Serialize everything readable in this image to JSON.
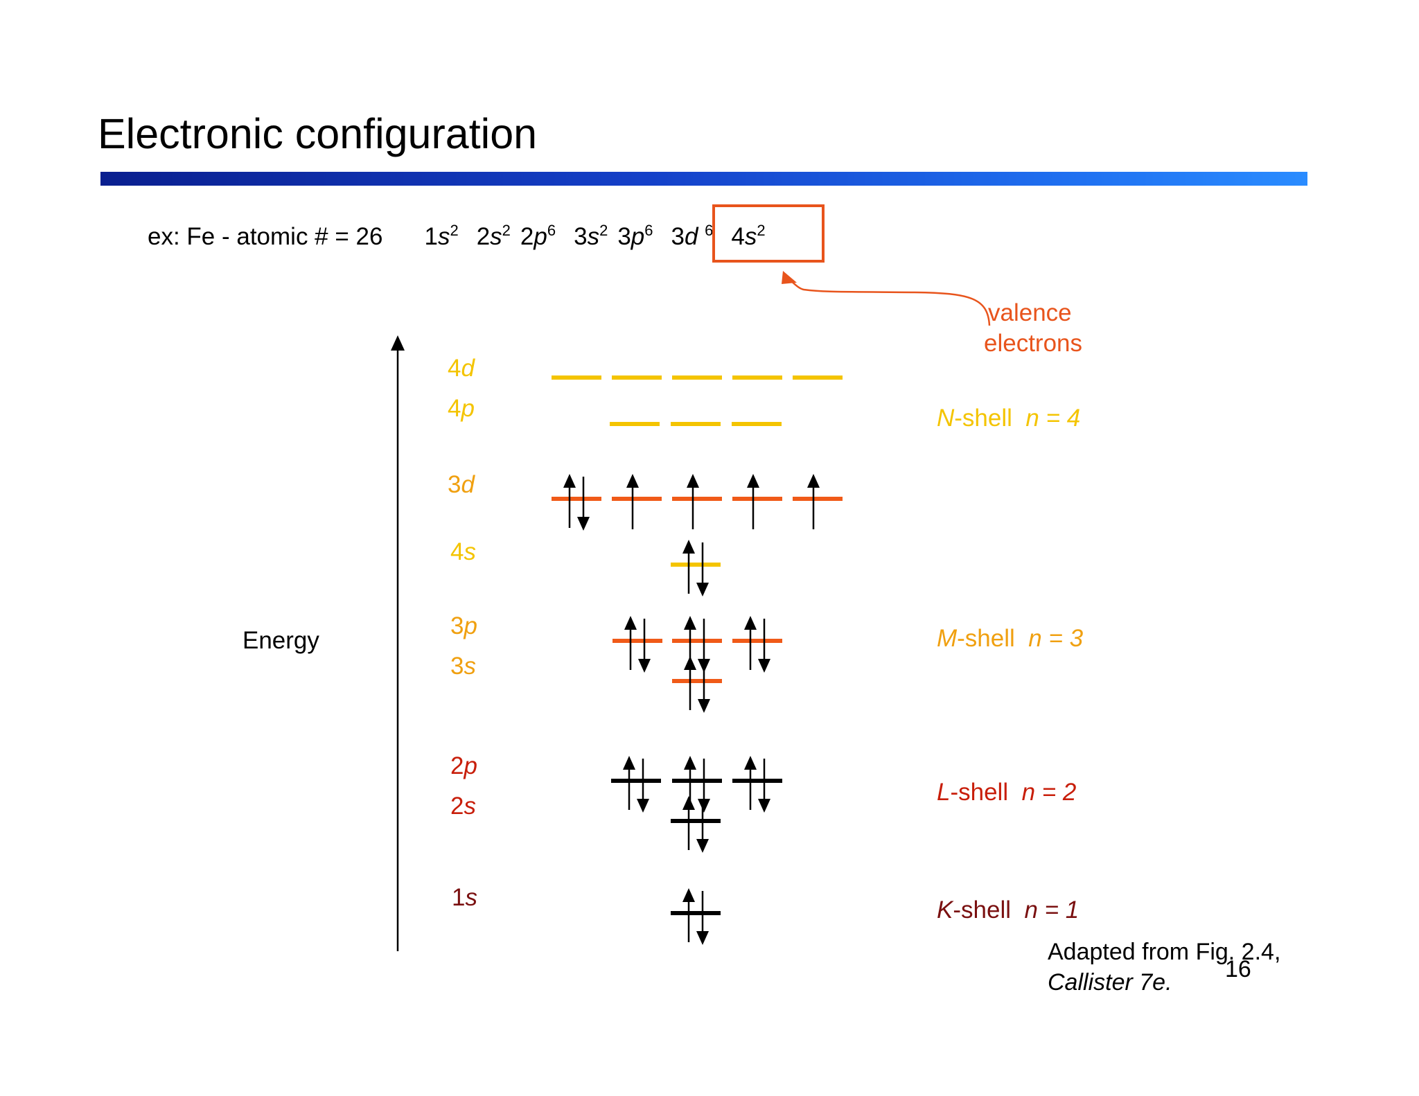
{
  "slide": {
    "title": "Electronic configuration",
    "page_number": "16"
  },
  "config_line": {
    "prefix": "ex:  Fe - atomic #  =  26",
    "terms": [
      {
        "n": "1",
        "l": "s",
        "e": "2"
      },
      {
        "n": "2",
        "l": "s",
        "e": "2"
      },
      {
        "n": "2",
        "l": "p",
        "e": "6"
      },
      {
        "n": "3",
        "l": "s",
        "e": "2"
      },
      {
        "n": "3",
        "l": "p",
        "e": "6"
      },
      {
        "n": "3",
        "l": "d",
        "e": "6"
      },
      {
        "n": "4",
        "l": "s",
        "e": "2"
      }
    ]
  },
  "valence_label": {
    "line1": "valence",
    "line2": "electrons"
  },
  "energy_label": "Energy",
  "orbital_labels": {
    "4d": {
      "n": "4",
      "l": "d"
    },
    "4p": {
      "n": "4",
      "l": "p"
    },
    "3d": {
      "n": "3",
      "l": "d"
    },
    "4s": {
      "n": "4",
      "l": "s"
    },
    "3p": {
      "n": "3",
      "l": "p"
    },
    "3s": {
      "n": "3",
      "l": "s"
    },
    "2p": {
      "n": "2",
      "l": "p"
    },
    "2s": {
      "n": "2",
      "l": "s"
    },
    "1s": {
      "n": "1",
      "l": "s"
    }
  },
  "shells": {
    "N": {
      "letter": "N",
      "suffix": "-shell",
      "n_text": "n = 4"
    },
    "M": {
      "letter": "M",
      "suffix": "-shell",
      "n_text": "n = 3"
    },
    "L": {
      "letter": "L",
      "suffix": "-shell",
      "n_text": "n = 2"
    },
    "K": {
      "letter": "K",
      "suffix": "-shell",
      "n_text": "n = 1"
    }
  },
  "caption": {
    "line1": "Adapted from Fig. 2.4,",
    "line2": "Callister 7e."
  },
  "orbitals": [
    {
      "id": "4d",
      "boxes": 5,
      "electrons": [
        0,
        0,
        0,
        0,
        0
      ]
    },
    {
      "id": "4p",
      "boxes": 3,
      "electrons": [
        0,
        0,
        0
      ]
    },
    {
      "id": "3d",
      "boxes": 5,
      "electrons": [
        2,
        1,
        1,
        1,
        1
      ]
    },
    {
      "id": "4s",
      "boxes": 1,
      "electrons": [
        2
      ]
    },
    {
      "id": "3p",
      "boxes": 3,
      "electrons": [
        2,
        2,
        2
      ]
    },
    {
      "id": "3s",
      "boxes": 1,
      "electrons": [
        2
      ]
    },
    {
      "id": "2p",
      "boxes": 3,
      "electrons": [
        2,
        2,
        2
      ]
    },
    {
      "id": "2s",
      "boxes": 1,
      "electrons": [
        2
      ]
    },
    {
      "id": "1s",
      "boxes": 1,
      "electrons": [
        2
      ]
    }
  ],
  "colors": {
    "accent": "#e8541c",
    "yellow": "#f4c400",
    "orange_label": "#f0a010",
    "orange_line": "#f05a18",
    "red_label": "#c81e0a",
    "dark_red": "#7a1010",
    "black": "#000000"
  }
}
